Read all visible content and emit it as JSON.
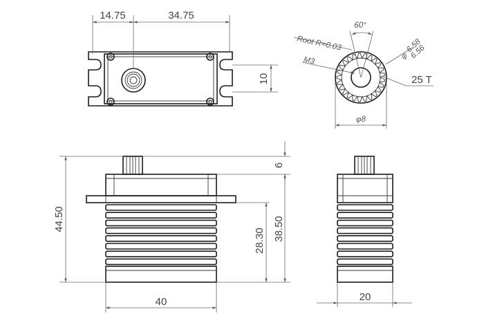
{
  "drawing": {
    "title": "",
    "top_view": {
      "dim_horizontal_left": "14.75",
      "dim_horizontal_right": "34.75",
      "dim_vertical": "10"
    },
    "spline_detail": {
      "root_radius": "Root R=0.03",
      "angle": "60°",
      "diameter_major": "6.58",
      "diameter_minor": "6.56",
      "diameter_symbol": "φ",
      "thread": "M3",
      "teeth": "25 T",
      "outer_diameter": "φ8"
    },
    "front_view": {
      "dim_top_offset": "6",
      "dim_total_height": "44.50",
      "dim_body_height": "38.50",
      "dim_lower_height": "28.30",
      "dim_width": "40"
    },
    "side_view": {
      "dim_width": "20"
    }
  },
  "colors": {
    "line": "#1c1c1c",
    "dimension": "#666666",
    "text": "#444444"
  }
}
